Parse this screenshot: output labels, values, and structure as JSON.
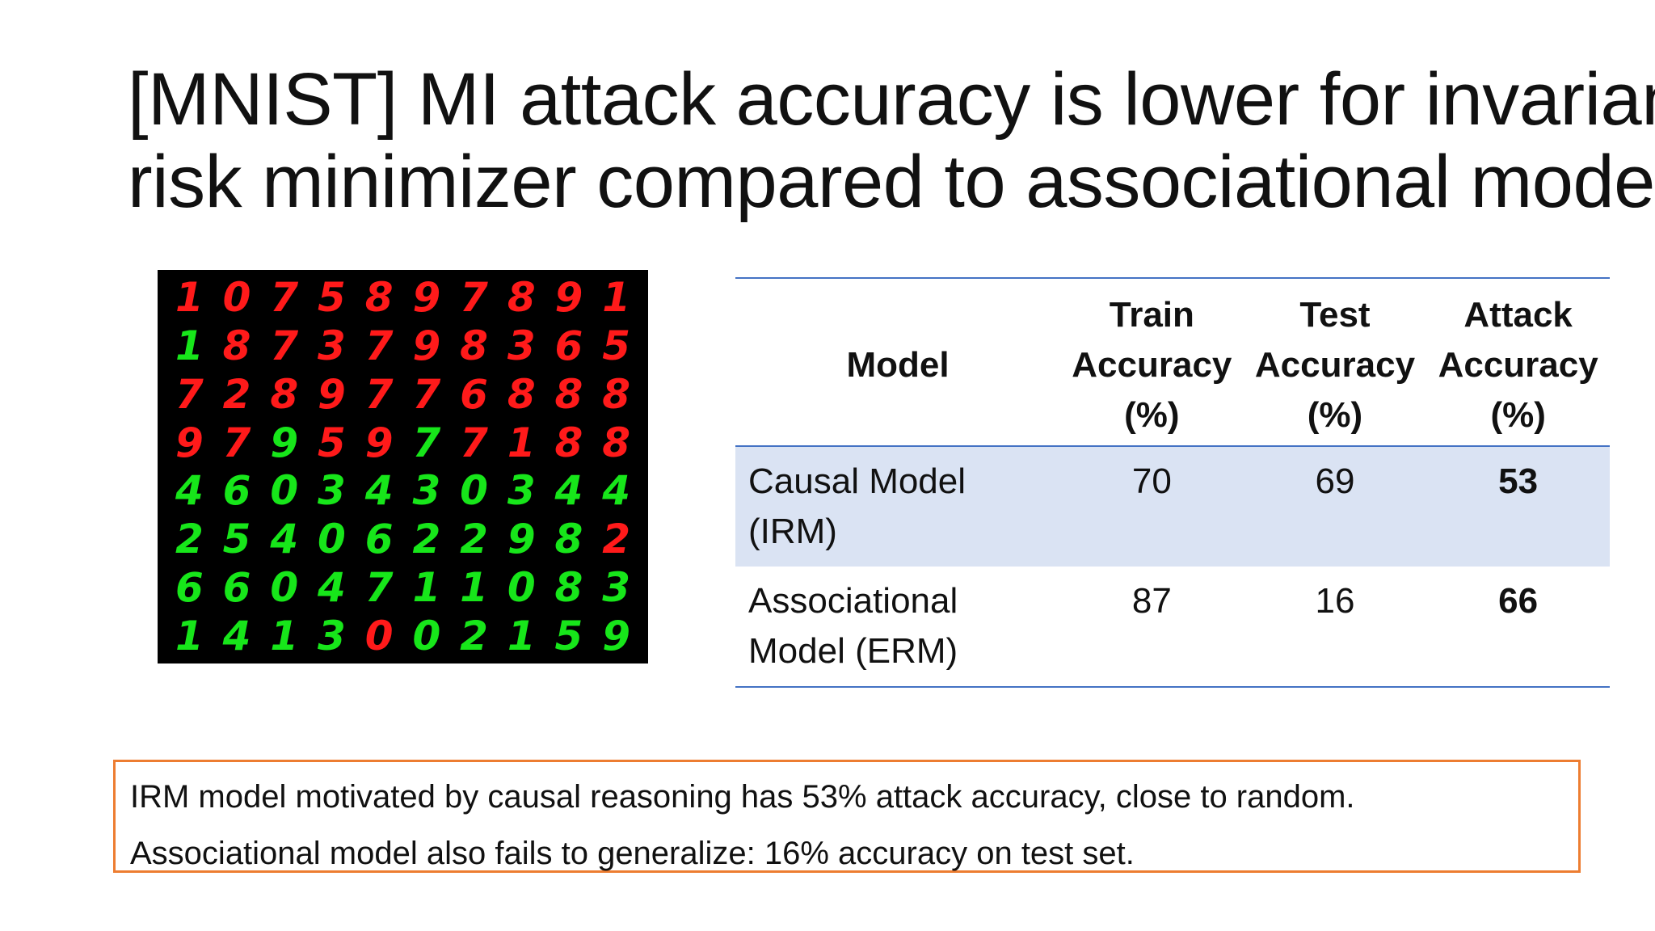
{
  "title": {
    "line1": "[MNIST] MI attack accuracy is lower for invariant",
    "line2": "risk minimizer compared to associational model"
  },
  "mnist_grid": {
    "rows": [
      [
        [
          "1",
          "red"
        ],
        [
          "0",
          "red"
        ],
        [
          "7",
          "red"
        ],
        [
          "5",
          "red"
        ],
        [
          "8",
          "red"
        ],
        [
          "9",
          "red"
        ],
        [
          "7",
          "red"
        ],
        [
          "8",
          "red"
        ],
        [
          "9",
          "red"
        ],
        [
          "1",
          "red"
        ]
      ],
      [
        [
          "1",
          "green"
        ],
        [
          "8",
          "red"
        ],
        [
          "7",
          "red"
        ],
        [
          "3",
          "red"
        ],
        [
          "7",
          "red"
        ],
        [
          "9",
          "red"
        ],
        [
          "8",
          "red"
        ],
        [
          "3",
          "red"
        ],
        [
          "6",
          "red"
        ],
        [
          "5",
          "red"
        ]
      ],
      [
        [
          "7",
          "red"
        ],
        [
          "2",
          "red"
        ],
        [
          "8",
          "red"
        ],
        [
          "9",
          "red"
        ],
        [
          "7",
          "red"
        ],
        [
          "7",
          "red"
        ],
        [
          "6",
          "red"
        ],
        [
          "8",
          "red"
        ],
        [
          "8",
          "red"
        ],
        [
          "8",
          "red"
        ]
      ],
      [
        [
          "9",
          "red"
        ],
        [
          "7",
          "red"
        ],
        [
          "9",
          "green"
        ],
        [
          "5",
          "red"
        ],
        [
          "9",
          "red"
        ],
        [
          "7",
          "green"
        ],
        [
          "7",
          "red"
        ],
        [
          "1",
          "red"
        ],
        [
          "8",
          "red"
        ],
        [
          "8",
          "red"
        ]
      ],
      [
        [
          "4",
          "green"
        ],
        [
          "6",
          "green"
        ],
        [
          "0",
          "green"
        ],
        [
          "3",
          "green"
        ],
        [
          "4",
          "green"
        ],
        [
          "3",
          "green"
        ],
        [
          "0",
          "green"
        ],
        [
          "3",
          "green"
        ],
        [
          "4",
          "green"
        ],
        [
          "4",
          "green"
        ]
      ],
      [
        [
          "2",
          "green"
        ],
        [
          "5",
          "green"
        ],
        [
          "4",
          "green"
        ],
        [
          "0",
          "green"
        ],
        [
          "6",
          "green"
        ],
        [
          "2",
          "green"
        ],
        [
          "2",
          "green"
        ],
        [
          "9",
          "green"
        ],
        [
          "8",
          "green"
        ],
        [
          "2",
          "red"
        ]
      ],
      [
        [
          "6",
          "green"
        ],
        [
          "6",
          "green"
        ],
        [
          "0",
          "green"
        ],
        [
          "4",
          "green"
        ],
        [
          "7",
          "green"
        ],
        [
          "1",
          "green"
        ],
        [
          "1",
          "green"
        ],
        [
          "0",
          "green"
        ],
        [
          "8",
          "green"
        ],
        [
          "3",
          "green"
        ]
      ],
      [
        [
          "1",
          "green"
        ],
        [
          "4",
          "green"
        ],
        [
          "1",
          "green"
        ],
        [
          "3",
          "green"
        ],
        [
          "0",
          "red"
        ],
        [
          "0",
          "green"
        ],
        [
          "2",
          "green"
        ],
        [
          "1",
          "green"
        ],
        [
          "5",
          "green"
        ],
        [
          "9",
          "green"
        ]
      ]
    ]
  },
  "table": {
    "headers": {
      "model": "Model",
      "train": [
        "Train",
        "Accuracy",
        "(%)"
      ],
      "test": [
        "Test",
        "Accuracy",
        "(%)"
      ],
      "attack": [
        "Attack",
        "Accuracy",
        "(%)"
      ]
    },
    "rows": [
      {
        "model": [
          "Causal Model",
          "(IRM)"
        ],
        "train": "70",
        "test": "69",
        "attack": "53"
      },
      {
        "model": [
          "Associational",
          "Model (ERM)"
        ],
        "train": "87",
        "test": "16",
        "attack": "66"
      }
    ]
  },
  "note": {
    "line1": "IRM model motivated by causal reasoning has 53% attack accuracy, close to random.",
    "line2": "Associational model also fails to generalize: 16% accuracy on test set."
  },
  "colors": {
    "table_rule": "#4472c4",
    "highlight_row": "#dae3f3",
    "note_border": "#ed7d31",
    "digit_red": "#ff1a1a",
    "digit_green": "#17e61a"
  }
}
